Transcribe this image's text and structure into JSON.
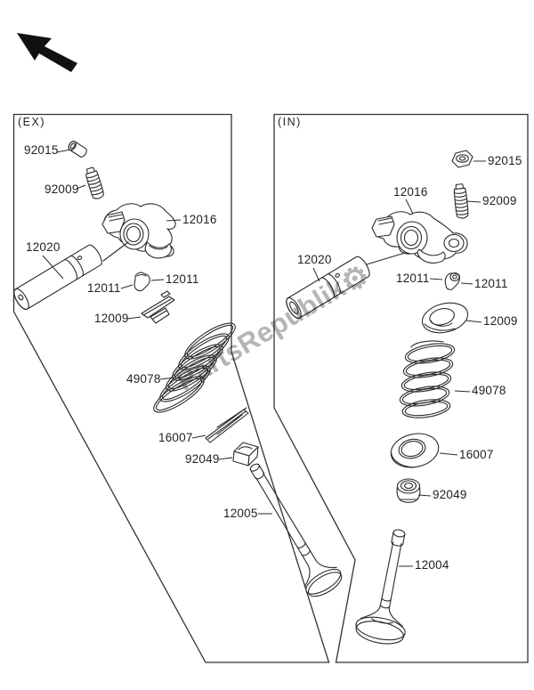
{
  "colors": {
    "line": "#2b2b2b",
    "watermark": "#b5b5b5",
    "background": "#ffffff",
    "label_text": "#1f1f1f"
  },
  "watermark": {
    "text": "PartsRepublik",
    "gear": "⚙"
  },
  "ex_panel": {
    "label": "(EX)",
    "parts": [
      "92015",
      "92009",
      "12016",
      "12020",
      "12011",
      "12011",
      "12009",
      "49078",
      "16007",
      "92049",
      "12005"
    ]
  },
  "in_panel": {
    "label": "(IN)",
    "parts": [
      "92015",
      "12016",
      "92009",
      "12020",
      "12011",
      "12011",
      "12009",
      "49078",
      "16007",
      "92049",
      "12004"
    ]
  }
}
